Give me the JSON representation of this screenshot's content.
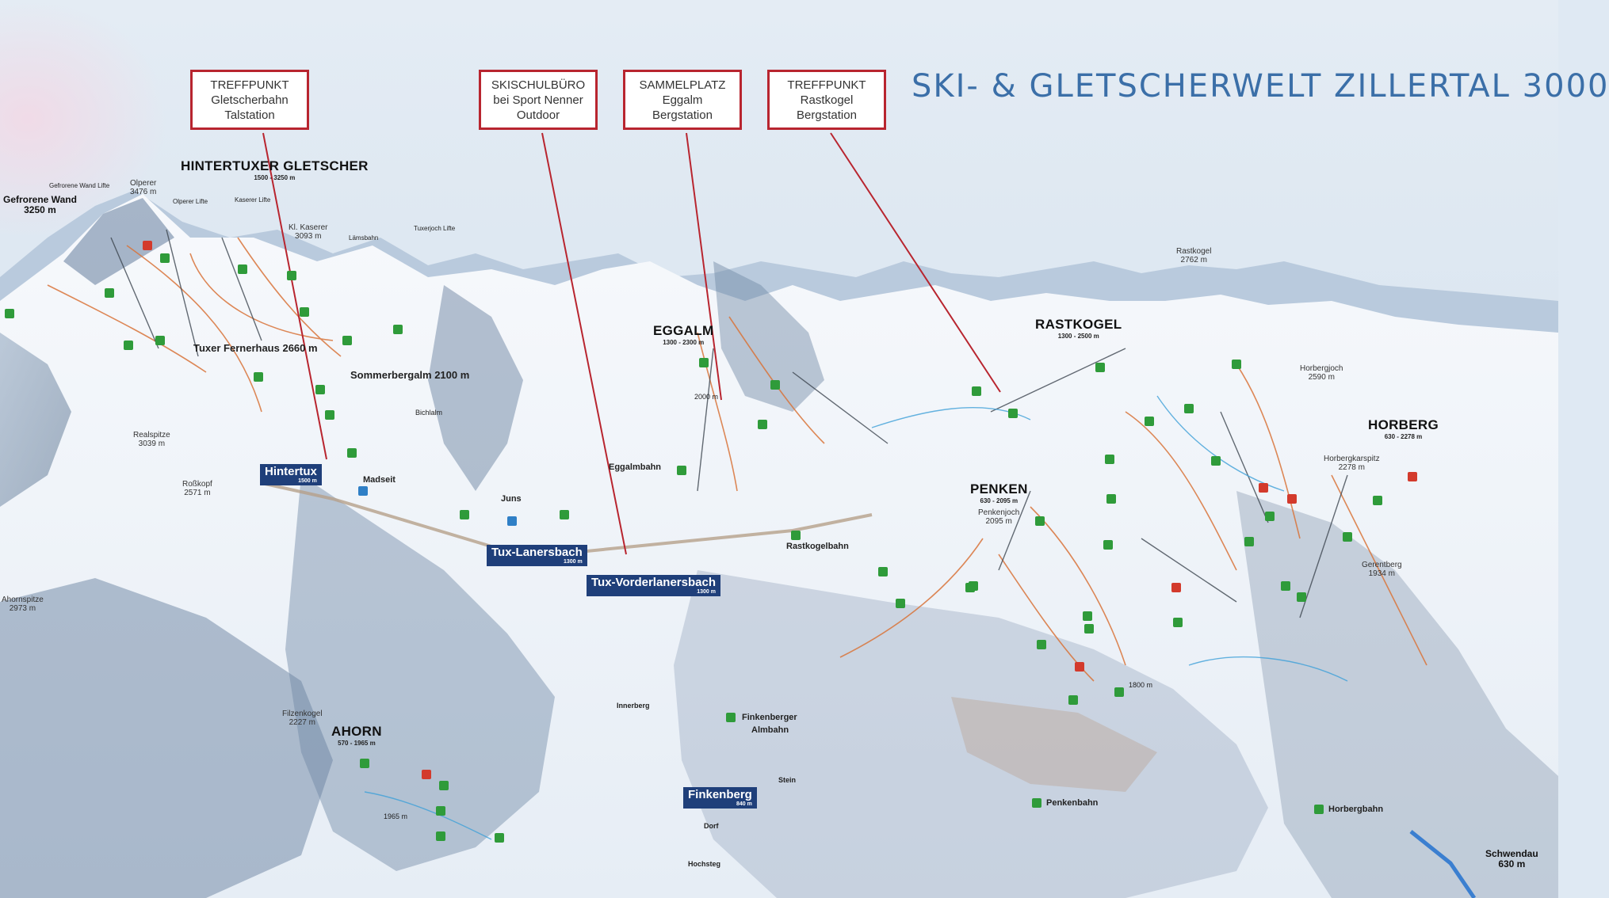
{
  "title": "SKI- & GLETSCHERWELT ZILLERTAL 3000",
  "callouts": [
    {
      "line1": "TREFFPUNKT",
      "line2": "Gletscherbahn",
      "line3": "Talstation"
    },
    {
      "line1": "SKISCHULBÜRO",
      "line2": "bei Sport Nenner",
      "line3": "Outdoor"
    },
    {
      "line1": "SAMMELPLATZ",
      "line2": "Eggalm",
      "line3": "Bergstation"
    },
    {
      "line1": "TREFFPUNKT",
      "line2": "Rastkogel",
      "line3": "Bergstation"
    }
  ],
  "regions": {
    "hintertux": {
      "name": "HINTERTUXER GLETSCHER",
      "range": "1500 - 3250 m"
    },
    "eggalm": {
      "name": "EGGALM",
      "range": "1300 - 2300 m"
    },
    "rastkogel": {
      "name": "RASTKOGEL",
      "range": "1300 - 2500 m"
    },
    "penken": {
      "name": "PENKEN",
      "range": "630 - 2095 m"
    },
    "horberg": {
      "name": "HORBERG",
      "range": "630 - 2278 m"
    },
    "ahorn": {
      "name": "AHORN",
      "range": "570 - 1965 m"
    }
  },
  "towns": {
    "hintertux": {
      "name": "Hintertux",
      "elev": "1500 m"
    },
    "lanersbach": {
      "name": "Tux-Lanersbach",
      "elev": "1300 m"
    },
    "vorderlanersbach": {
      "name": "Tux-Vorderlanersbach",
      "elev": "1300 m"
    },
    "finkenberg": {
      "name": "Finkenberg",
      "elev": "840 m"
    }
  },
  "peaks": {
    "gefrorene": {
      "name": "Gefrorene Wand",
      "elev": "3250 m"
    },
    "olperer": {
      "name": "Olperer",
      "elev": "3476 m"
    },
    "kaserer": {
      "name": "Kl. Kaserer",
      "elev": "3093 m"
    },
    "rastkogel": {
      "name": "Rastkogel",
      "elev": "2762 m"
    },
    "horbergjoch": {
      "name": "Horbergjoch",
      "elev": "2590 m"
    },
    "schwendau": {
      "name": "Schwendau",
      "elev": "630 m"
    },
    "ahornspitze": {
      "name": "Ahornspitze",
      "elev": "2973 m"
    },
    "rosskopf": {
      "name": "Roßkopf",
      "elev": "2571 m"
    },
    "realspitze": {
      "name": "Realspitze",
      "elev": "3039 m"
    },
    "gerentberg": {
      "name": "Gerentberg",
      "elev": "1934 m"
    },
    "horbergkar": {
      "name": "Horbergkarspitz",
      "elev": "2278 m"
    },
    "penkenjoch": {
      "name": "Penkenjoch",
      "elev": "2095 m"
    },
    "filzenkogel": {
      "name": "Filzenkogel",
      "elev": "2227 m"
    }
  },
  "labels": {
    "fernerhaus": "Tuxer Fernerhaus 2660 m",
    "sommerbergalm": "Sommerbergalm 2100 m",
    "madseit": "Madseit",
    "juns": "Juns",
    "eggalmbahn": "Eggalmbahn",
    "rastkogelbahn": "Rastkogelbahn",
    "finkenberger": "Finkenberger",
    "almbahn": "Almbahn",
    "penkenbahn": "Penkenbahn",
    "horbergbahn": "Horbergbahn",
    "innerberg": "Innerberg",
    "dorf": "Dorf",
    "hochsteg": "Hochsteg",
    "stein": "Stein",
    "gefrorene_lifts": "Gefrorene Wand Lifte",
    "olperer_lifte": "Olperer Lifte",
    "kaserer_lifte": "Kaserer Lifte",
    "tuxerjoch_lifte": "Tuxerjoch Lifte",
    "lamsbahn": "Lämsbahn",
    "bichlalm": "Bichlalm",
    "eggalm_2000": "2000 m",
    "ahorn_1965": "1965 m",
    "penken_1800": "1800 m"
  },
  "colors": {
    "frame": "#b8252f",
    "title": "#3b6fa8",
    "town_badge": "#1f3f7a",
    "lift_green": "#2f9b3a",
    "lift_red": "#d33a2c"
  }
}
